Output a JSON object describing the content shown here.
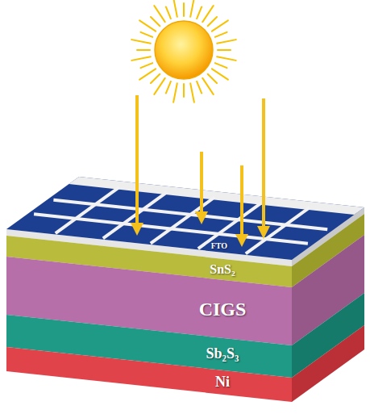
{
  "diagram": {
    "nodes": [
      {
        "text": [
          "FTO"
        ]
      },
      {
        "text": [
          "SnS₂"
        ]
      },
      {
        "text": [
          "CIGS"
        ]
      },
      {
        "text": [
          "Sb₂S₃"
        ]
      },
      {
        "text": [
          "Ni"
        ]
      }
    ]
  }
}
